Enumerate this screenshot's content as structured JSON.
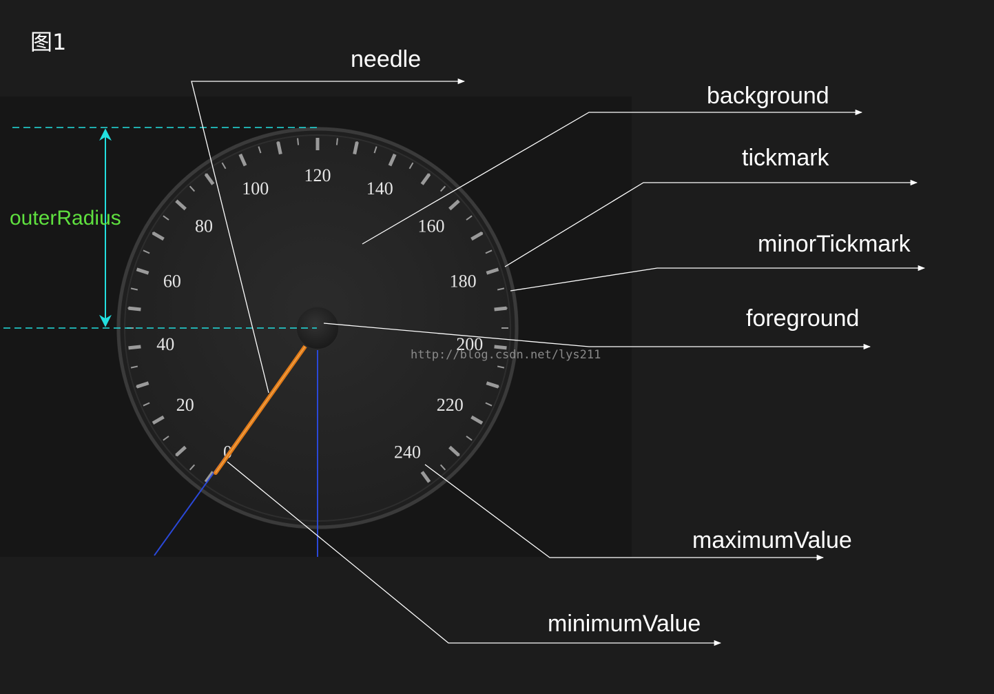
{
  "figure": {
    "caption": "图1"
  },
  "gauge": {
    "minimum_value": 0,
    "maximum_value": 240,
    "label_step": 20,
    "minor_tick_step": 5,
    "needle_value": 0,
    "tick_labels": [
      "0",
      "20",
      "40",
      "60",
      "80",
      "100",
      "120",
      "140",
      "160",
      "180",
      "200",
      "220",
      "240"
    ]
  },
  "annotations": {
    "needle": "needle",
    "background": "background",
    "tickmark": "tickmark",
    "minor_tickmark": "minorTickmark",
    "foreground": "foreground",
    "maximum_value": "maximumValue",
    "minimum_value": "minimumValue",
    "outer_radius": "outerRadius"
  },
  "watermark": "http://blog.csdn.net/lys211",
  "colors": {
    "page_background": "#1c1c1c",
    "panel_background": "#161616",
    "annotation_line": "#ffffff",
    "dimension_line": "#22e0e0",
    "radius_label": "#5fe03f",
    "angle_guide": "#2a48d8",
    "needle": "#e07a18",
    "tickmark": "#9a9a9a"
  }
}
